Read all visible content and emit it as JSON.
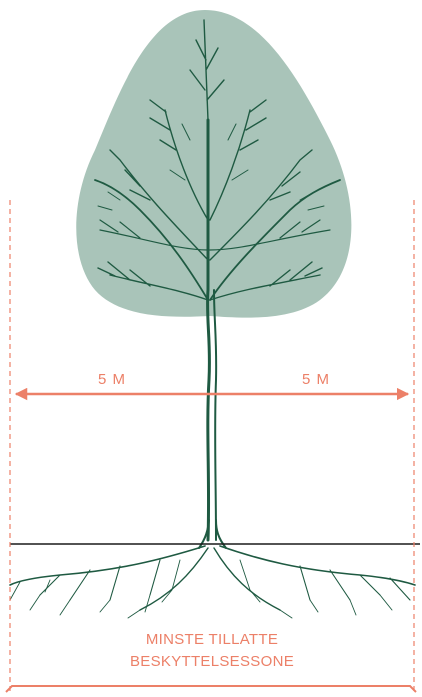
{
  "diagram": {
    "left_distance_label": "5 M",
    "right_distance_label": "5 M",
    "caption_line1": "MINSTE TILLATTE",
    "caption_line2": "BESKYTTELSESSONE"
  },
  "colors": {
    "accent": "#ec8068",
    "canopy": "#a9c4b9",
    "tree": "#1f5a42",
    "ground": "#1a1a1a",
    "background": "#ffffff"
  },
  "icons": {
    "tree": "tree-illustration"
  }
}
